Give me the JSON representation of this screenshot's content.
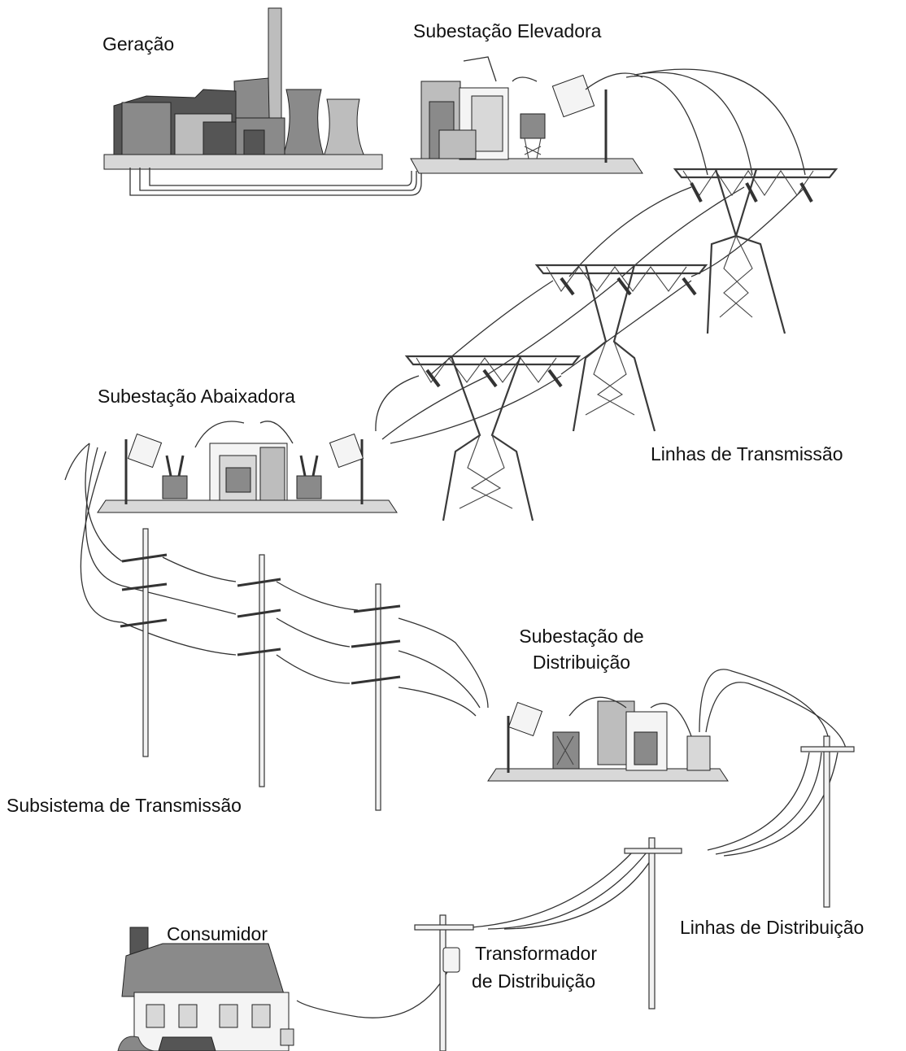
{
  "labels": {
    "geracao": "Geração",
    "subestacao_elevadora": "Subestação Elevadora",
    "subestacao_abaixadora": "Subestação Abaixadora",
    "linhas_transmissao": "Linhas de Transmissão",
    "subestacao_distribuicao_1": "Subestação de",
    "subestacao_distribuicao_2": "Distribuição",
    "subsistema_transmissao": "Subsistema de Transmissão",
    "linhas_distribuicao": "Linhas de Distribuição",
    "consumidor": "Consumidor",
    "transformador_1": "Transformador",
    "transformador_2": "de Distribuição"
  },
  "colors": {
    "ink": "#111111",
    "structure_dark": "#555555",
    "structure_light": "#bdbdbd"
  }
}
